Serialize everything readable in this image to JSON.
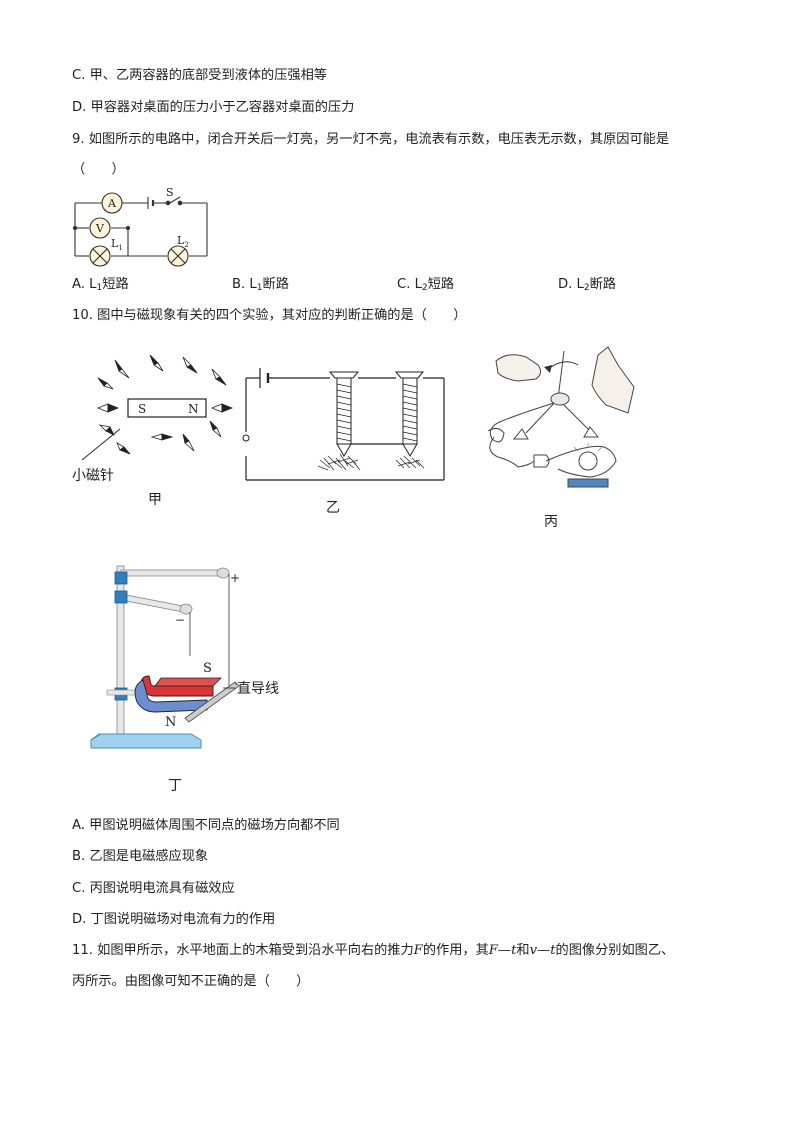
{
  "q8": {
    "option_c": "C. 甲、乙两容器的底部受到液体的压强相等",
    "option_d": "D. 甲容器对桌面的压力小于乙容器对桌面的压力"
  },
  "q9": {
    "stem": "9. 如图所示的电路中，闭合开关后一灯亮，另一灯不亮，电流表有示数，电压表无示数，其原因可能是",
    "paren": "（　　）",
    "circuit": {
      "ammeter": "A",
      "voltmeter": "V",
      "switch": "S",
      "lamp1": "L",
      "lamp1_sub": "1",
      "lamp2": "L",
      "lamp2_sub": "2"
    },
    "options": [
      {
        "prefix": "A. L",
        "sub": "1",
        "suffix": "短路"
      },
      {
        "prefix": "B. L",
        "sub": "1",
        "suffix": "断路"
      },
      {
        "prefix": "C. L",
        "sub": "2",
        "suffix": "短路"
      },
      {
        "prefix": "D. L",
        "sub": "2",
        "suffix": "断路"
      }
    ]
  },
  "q10": {
    "stem": "10. 图中与磁现象有关的四个实验，其对应的判断正确的是（　　）",
    "fig_jia": {
      "s": "S",
      "n": "N",
      "needle_label": "小磁针",
      "caption": "甲"
    },
    "fig_yi": {
      "caption": "乙"
    },
    "fig_bing": {
      "caption": "丙"
    },
    "fig_ding": {
      "plus": "+",
      "minus": "−",
      "s": "S",
      "n": "N",
      "wire_label": "直导线",
      "caption": "丁"
    },
    "options": [
      "A. 甲图说明磁体周围不同点的磁场方向都不同",
      "B. 乙图是电磁感应现象",
      "C. 丙图说明电流具有磁效应",
      "D. 丁图说明磁场对电流有力的作用"
    ]
  },
  "q11": {
    "stem_1": "11. 如图甲所示，水平地面上的木箱受到沿水平向右的推力",
    "var_f": "F",
    "stem_2": "的作用，其",
    "var_ft": "F—t",
    "stem_3": "和",
    "var_vt": "v—t",
    "stem_4": "的图像分别如图乙、",
    "line2": "丙所示。由图像可知不正确的是（　　）"
  }
}
